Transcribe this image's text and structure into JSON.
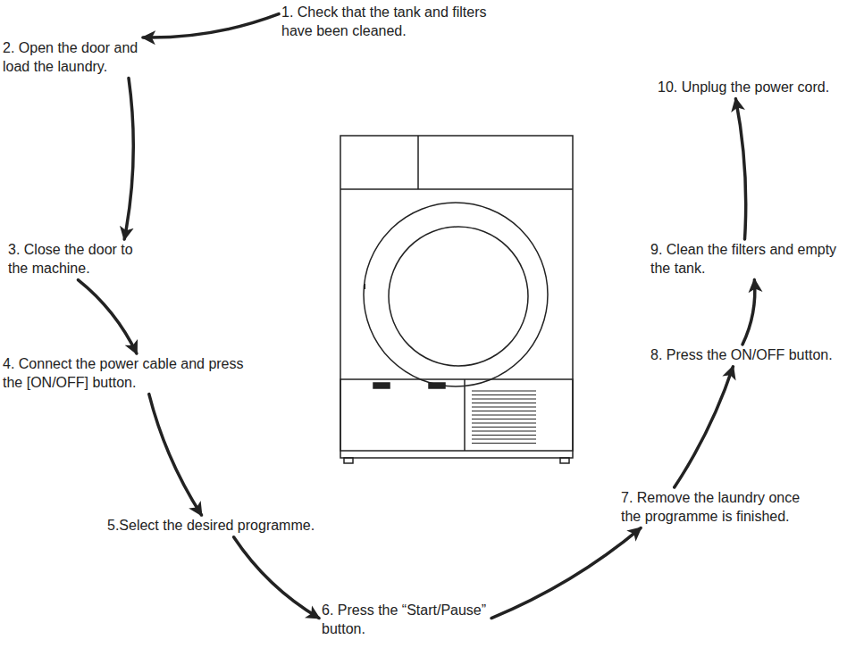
{
  "diagram": {
    "nodes": [
      {
        "text": [
          "1. Check that the tank and filters have been cleaned."
        ]
      },
      {
        "text": [
          "2. Open the door and load the laundry."
        ]
      },
      {
        "text": [
          "3. Close the door to the machine."
        ]
      },
      {
        "text": [
          "4. Connect the power cable and press the [ON/OFF] button."
        ]
      },
      {
        "text": [
          "5.Select the desired programme."
        ]
      },
      {
        "text": [
          "6. Press the “Start/Pause” button."
        ]
      },
      {
        "text": [
          "7. Remove the laundry once the programme is finished."
        ]
      },
      {
        "text": [
          "8. Press the ON/OFF button."
        ]
      },
      {
        "text": [
          "9. Clean the filters and empty the tank."
        ]
      },
      {
        "text": [
          "10. Unplug the power cord."
        ]
      }
    ],
    "edges": [
      {
        "from": 0,
        "to": 1,
        "arrow": "to"
      },
      {
        "from": 1,
        "to": 2,
        "arrow": "to"
      },
      {
        "from": 2,
        "to": 3,
        "arrow": "to"
      },
      {
        "from": 3,
        "to": 4,
        "arrow": "to"
      },
      {
        "from": 4,
        "to": 5,
        "arrow": "to"
      },
      {
        "from": 5,
        "to": 6,
        "arrow": "to"
      },
      {
        "from": 6,
        "to": 7,
        "arrow": "to"
      },
      {
        "from": 7,
        "to": 8,
        "arrow": "to"
      },
      {
        "from": 8,
        "to": 9,
        "arrow": "to"
      }
    ]
  }
}
